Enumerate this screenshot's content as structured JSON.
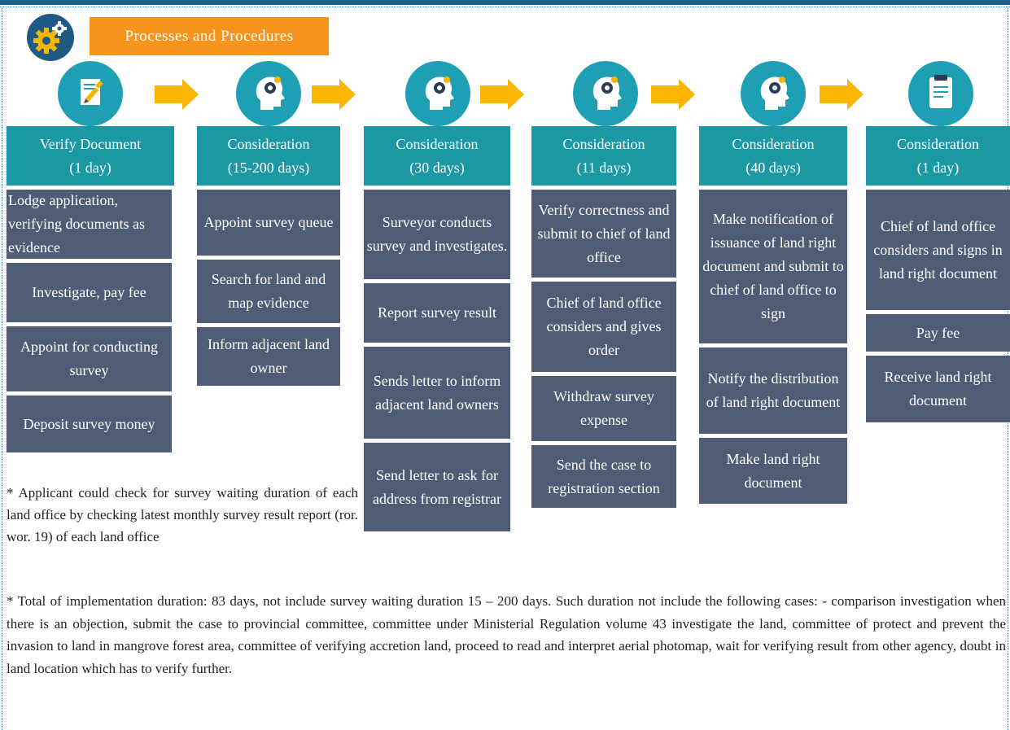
{
  "header": {
    "title": "Processes and Procedures"
  },
  "colors": {
    "header_bg": "#1c98a5",
    "box_bg": "#4e5d75",
    "title_bg": "#f7941d",
    "arrow": "#fbb500",
    "icon_bg": "#1e9fb3"
  },
  "steps": [
    {
      "icon": "document-pen-icon",
      "title": "Verify Document",
      "duration": "(1 day)",
      "tasks": [
        "Lodge application, verifying documents as evidence",
        "Investigate, pay fee",
        "Appoint for conducting survey",
        "Deposit survey money"
      ]
    },
    {
      "icon": "head-gear-icon",
      "title": "Consideration",
      "duration": "(15-200 days)",
      "tasks": [
        "Appoint survey queue",
        "Search for land and map evidence",
        "Inform adjacent land owner"
      ]
    },
    {
      "icon": "head-gear-icon",
      "title": "Consideration",
      "duration": "(30 days)",
      "tasks": [
        "Surveyor conducts survey and investigates.",
        "Report survey result",
        "Sends letter to inform adjacent land owners",
        "Send letter to ask for address from registrar"
      ]
    },
    {
      "icon": "head-gear-icon",
      "title": "Consideration",
      "duration": "(11 days)",
      "tasks": [
        "Verify correctness and submit to chief of land office",
        "Chief of land office considers and gives order",
        "Withdraw survey expense",
        "Send the case to registration section"
      ]
    },
    {
      "icon": "head-gear-icon",
      "title": "Consideration",
      "duration": "(40 days)",
      "tasks": [
        "Make notification of issuance of land right document and submit to chief of land office to sign",
        "Notify the distribution of land right document",
        "Make land right document"
      ]
    },
    {
      "icon": "clipboard-icon",
      "title": "Consideration",
      "duration": "(1 day)",
      "tasks": [
        "Chief of land office considers and signs in land right document",
        "Pay fee",
        "Receive land right document"
      ]
    }
  ],
  "notes": {
    "survey_waiting": "* Applicant could check for survey waiting duration of each land office by checking latest monthly survey result report (ror. wor. 19) of each land office",
    "total_duration": "* Total of implementation duration: 83 days, not include survey waiting duration 15 – 200 days. Such duration not include the following cases: - comparison investigation when there is an objection, submit the case to provincial committee, committee under Ministerial Regulation volume 43 investigate the land, committee of protect and prevent the invasion to land in mangrove forest area, committee of verifying accretion land, proceed to read and interpret aerial photomap, wait for verifying result from other agency, doubt in land location which has to verify further."
  }
}
